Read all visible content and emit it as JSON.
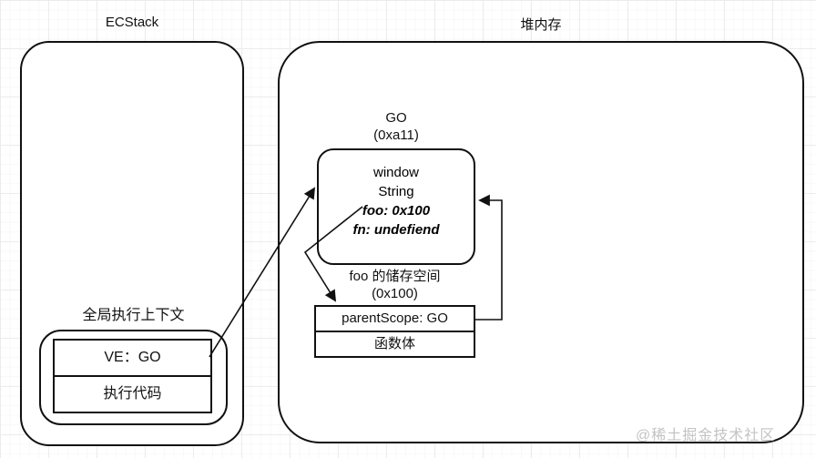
{
  "diagram": {
    "stack": {
      "title": "ECStack",
      "context_label": "全局执行上下文",
      "rows": [
        "VE：GO",
        "执行代码"
      ]
    },
    "heap": {
      "title": "堆内存",
      "go_object": {
        "name": "GO",
        "address": "(0xa11)",
        "properties": [
          "window",
          "String",
          "foo: 0x100",
          "fn: undefiend"
        ]
      },
      "foo_space": {
        "label": "foo 的储存空间",
        "address": "(0x100)",
        "rows": [
          "parentScope: GO",
          "函数体"
        ]
      }
    },
    "connectors": [
      "ve-to-go-object",
      "foo-property-to-storage",
      "parentscope-to-go-object"
    ],
    "watermark": "@稀土掘金技术社区",
    "colors": {
      "stroke": "#111111",
      "watermark": "#c3c3c3",
      "grid_minor": "#f8f8f8",
      "grid_major": "#ececec"
    }
  }
}
